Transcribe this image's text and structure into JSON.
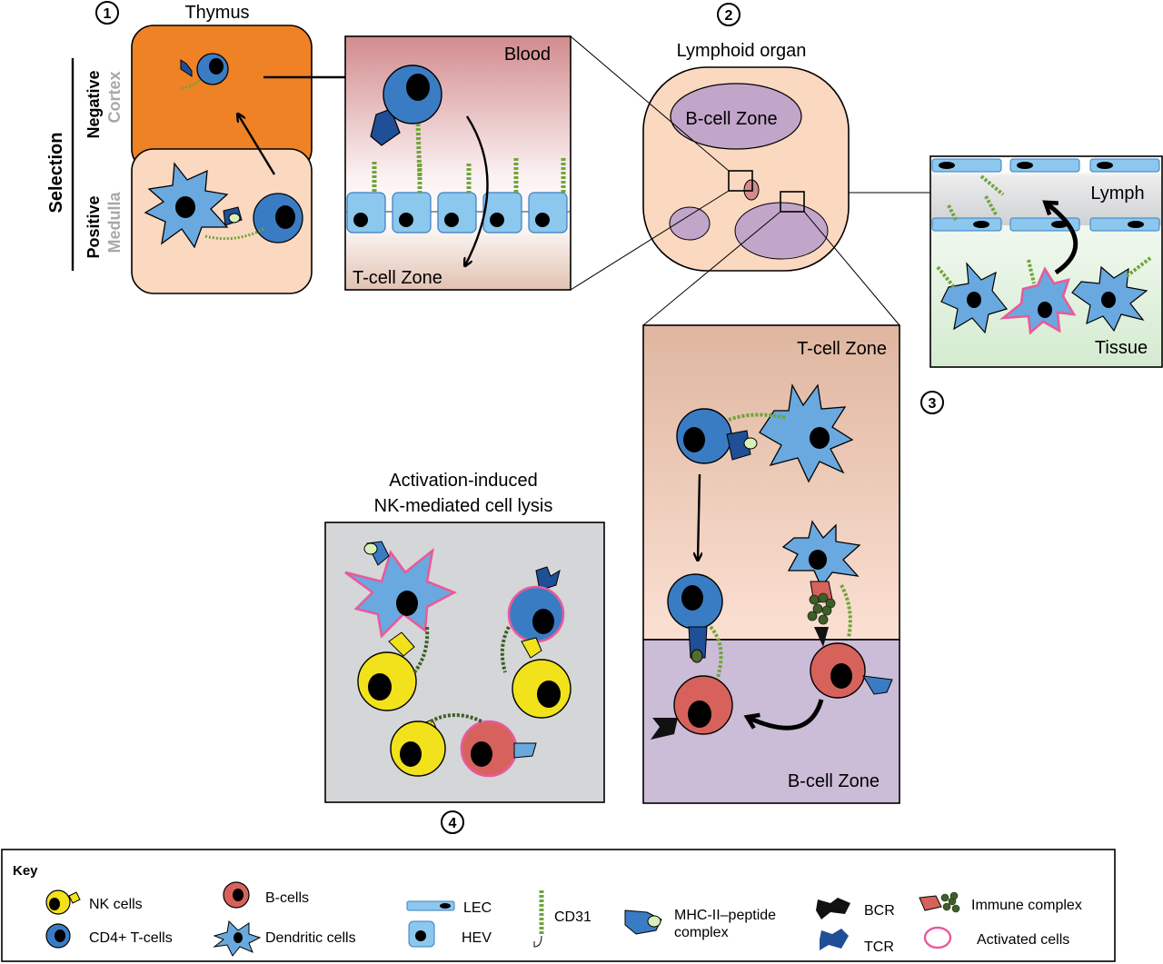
{
  "labels": {
    "step1": "1",
    "step2": "2",
    "step3": "3",
    "step4": "4",
    "thymus": "Thymus",
    "selection": "Selection",
    "negative": "Negative",
    "positive": "Positive",
    "cortex": "Cortex",
    "medulla": "Medulla",
    "blood": "Blood",
    "tcell_zone": "T-cell Zone",
    "lymphoid_organ": "Lymphoid organ",
    "bcell_zone": "B-cell Zone",
    "lymph": "Lymph",
    "tissue": "Tissue",
    "tcell_zone_large": "T-cell Zone",
    "bcell_zone_large": "B-cell Zone",
    "activation_line1": "Activation-induced",
    "activation_line2": "NK-mediated cell lysis"
  },
  "key": {
    "title": "Key",
    "nk_cells": "NK cells",
    "cd4_tcells": "CD4+ T-cells",
    "bcells": "B-cells",
    "dendritic": "Dendritic cells",
    "lec": "LEC",
    "hev": "HEV",
    "cd31": "CD31",
    "mhc_line1": "MHC-II–peptide",
    "mhc_line2": "complex",
    "bcr": "BCR",
    "tcr": "TCR",
    "immune_complex": "Immune complex",
    "activated": "Activated cells"
  },
  "colors": {
    "tcell": "#3a7cc4",
    "tcell_dark": "#1f4f96",
    "dendritic": "#69a9df",
    "bcell": "#d7625c",
    "nk": "#f1e21c",
    "activated": "#e85a9c",
    "cd31": "#87c04a",
    "thymus_cortex": "#ee8224",
    "thymus_medulla": "#fbd8c0",
    "tzone": "#f6d2bd",
    "bzone": "#cbbcd8",
    "lymph": "#c9ced3",
    "tissue": "#dcefd9",
    "lysis_box": "#d4d6d8"
  }
}
